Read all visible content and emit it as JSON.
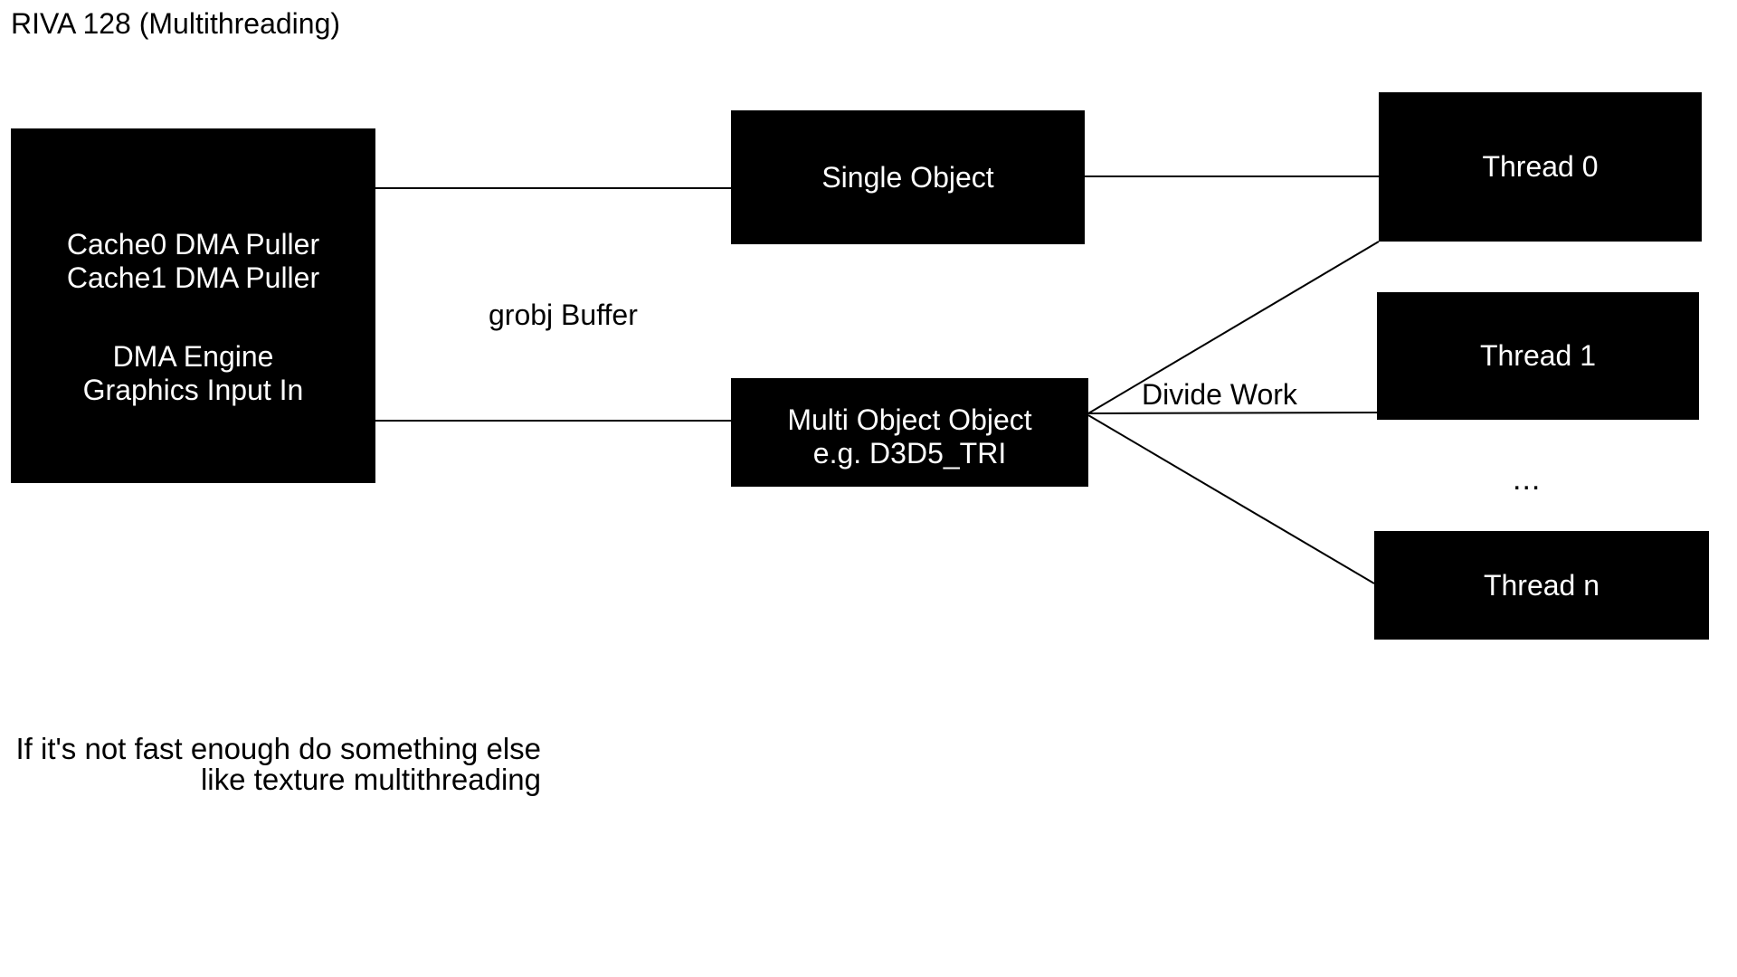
{
  "title": "RIVA 128 (Multithreading)",
  "nodes": {
    "dma_puller": {
      "group1": {
        "line1": "Cache0 DMA Puller",
        "line2": "Cache1 DMA Puller"
      },
      "group2": {
        "line1": "DMA Engine",
        "line2": "Graphics Input In"
      }
    },
    "single_object": {
      "label": "Single Object"
    },
    "multi_object": {
      "line1": "Multi Object Object",
      "line2": "e.g. D3D5_TRI"
    },
    "thread0": {
      "label": "Thread 0"
    },
    "thread1": {
      "label": "Thread 1"
    },
    "thread_n": {
      "label": "Thread n"
    }
  },
  "labels": {
    "grobj_buffer": "grobj Buffer",
    "divide_work": "Divide Work",
    "ellipsis": "..."
  },
  "note": {
    "line1": "If it's not fast enough do something else",
    "line2": "like texture multithreading"
  },
  "colors": {
    "background": "#ffffff",
    "box_fill": "#000000",
    "box_text": "#ffffff",
    "line": "#000000",
    "label_text": "#000000"
  }
}
